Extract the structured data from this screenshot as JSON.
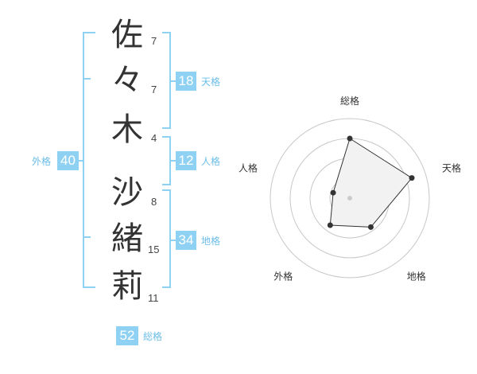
{
  "name_chars": [
    {
      "char": "佐",
      "strokes": "7"
    },
    {
      "char": "々",
      "strokes": "7"
    },
    {
      "char": "木",
      "strokes": "4"
    },
    {
      "char": "沙",
      "strokes": "8"
    },
    {
      "char": "緒",
      "strokes": "15"
    },
    {
      "char": "莉",
      "strokes": "11"
    }
  ],
  "fortunes": {
    "tenkaku": {
      "label": "天格",
      "value": "18"
    },
    "jinkaku": {
      "label": "人格",
      "value": "12"
    },
    "chikaku": {
      "label": "地格",
      "value": "34"
    },
    "gaikaku": {
      "label": "外格",
      "value": "40"
    },
    "soukaku": {
      "label": "総格",
      "value": "52"
    }
  },
  "colors": {
    "accent": "#8fd1f2",
    "label": "#6bbde8",
    "text": "#333333"
  },
  "chart_data": {
    "type": "radar",
    "axes": [
      "総格",
      "天格",
      "地格",
      "外格",
      "人格"
    ],
    "values": [
      0.75,
      0.82,
      0.45,
      0.42,
      0.22
    ],
    "range": [
      0,
      1
    ],
    "rings": 4
  }
}
